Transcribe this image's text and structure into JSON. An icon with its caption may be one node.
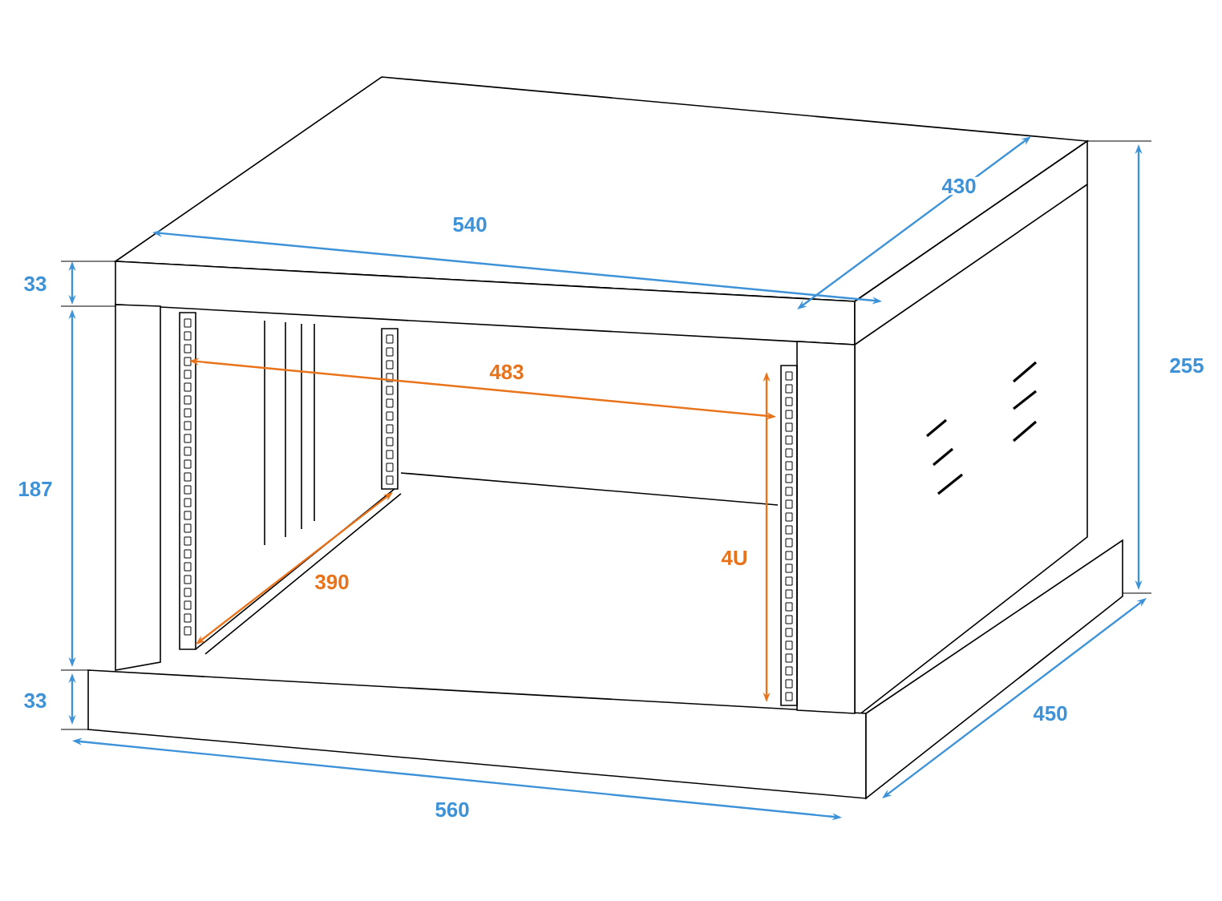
{
  "diagram": {
    "labels": [
      "430",
      "540",
      "33",
      "255",
      "483",
      "187",
      "4U",
      "390",
      "33",
      "450",
      "560"
    ]
  }
}
